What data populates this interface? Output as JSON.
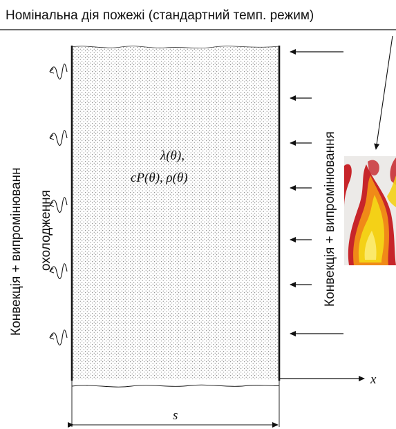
{
  "title": "Номінальна дія пожежі (стандартний темп. режим)",
  "left_label": {
    "line1": "Конвекція  + випромінюванн",
    "line2": "охолодження"
  },
  "right_label": "Конвекція  + випромінювання",
  "properties": {
    "line1": "λ(θ),",
    "line2": "cP(θ), ρ(θ)"
  },
  "x_axis_label": "x",
  "thickness_label": "s",
  "icons": {
    "fire": "fire-icon",
    "cooling": "wavy-arrow-icon",
    "heat_flux": "arrow-left-icon"
  },
  "colors": {
    "line": "#111111",
    "fill": "#ffffff",
    "flame_yellow": "#f4d117",
    "flame_orange": "#f08a18",
    "flame_red": "#c7252a"
  }
}
